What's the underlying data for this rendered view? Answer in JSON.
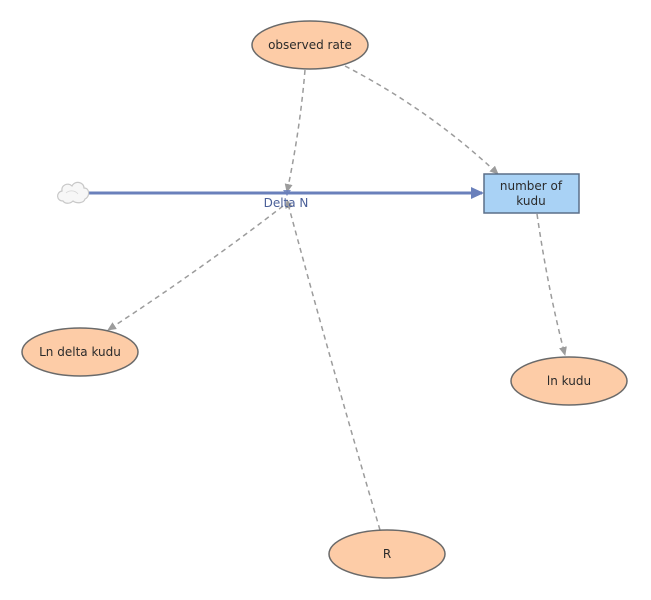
{
  "diagram": {
    "auxiliaries": {
      "observed_rate": "observed rate",
      "ln_delta_kudu": "Ln delta kudu",
      "ln_kudu": "ln kudu",
      "r": "R"
    },
    "stock": {
      "line1": "number of",
      "line2": "kudu"
    },
    "flow": {
      "label": "Delta N"
    }
  },
  "colors": {
    "auxiliary_fill": "#fdcca7",
    "stock_fill": "#a9d2f5",
    "flow": "#6a80bb",
    "link": "#9c9c9c"
  }
}
